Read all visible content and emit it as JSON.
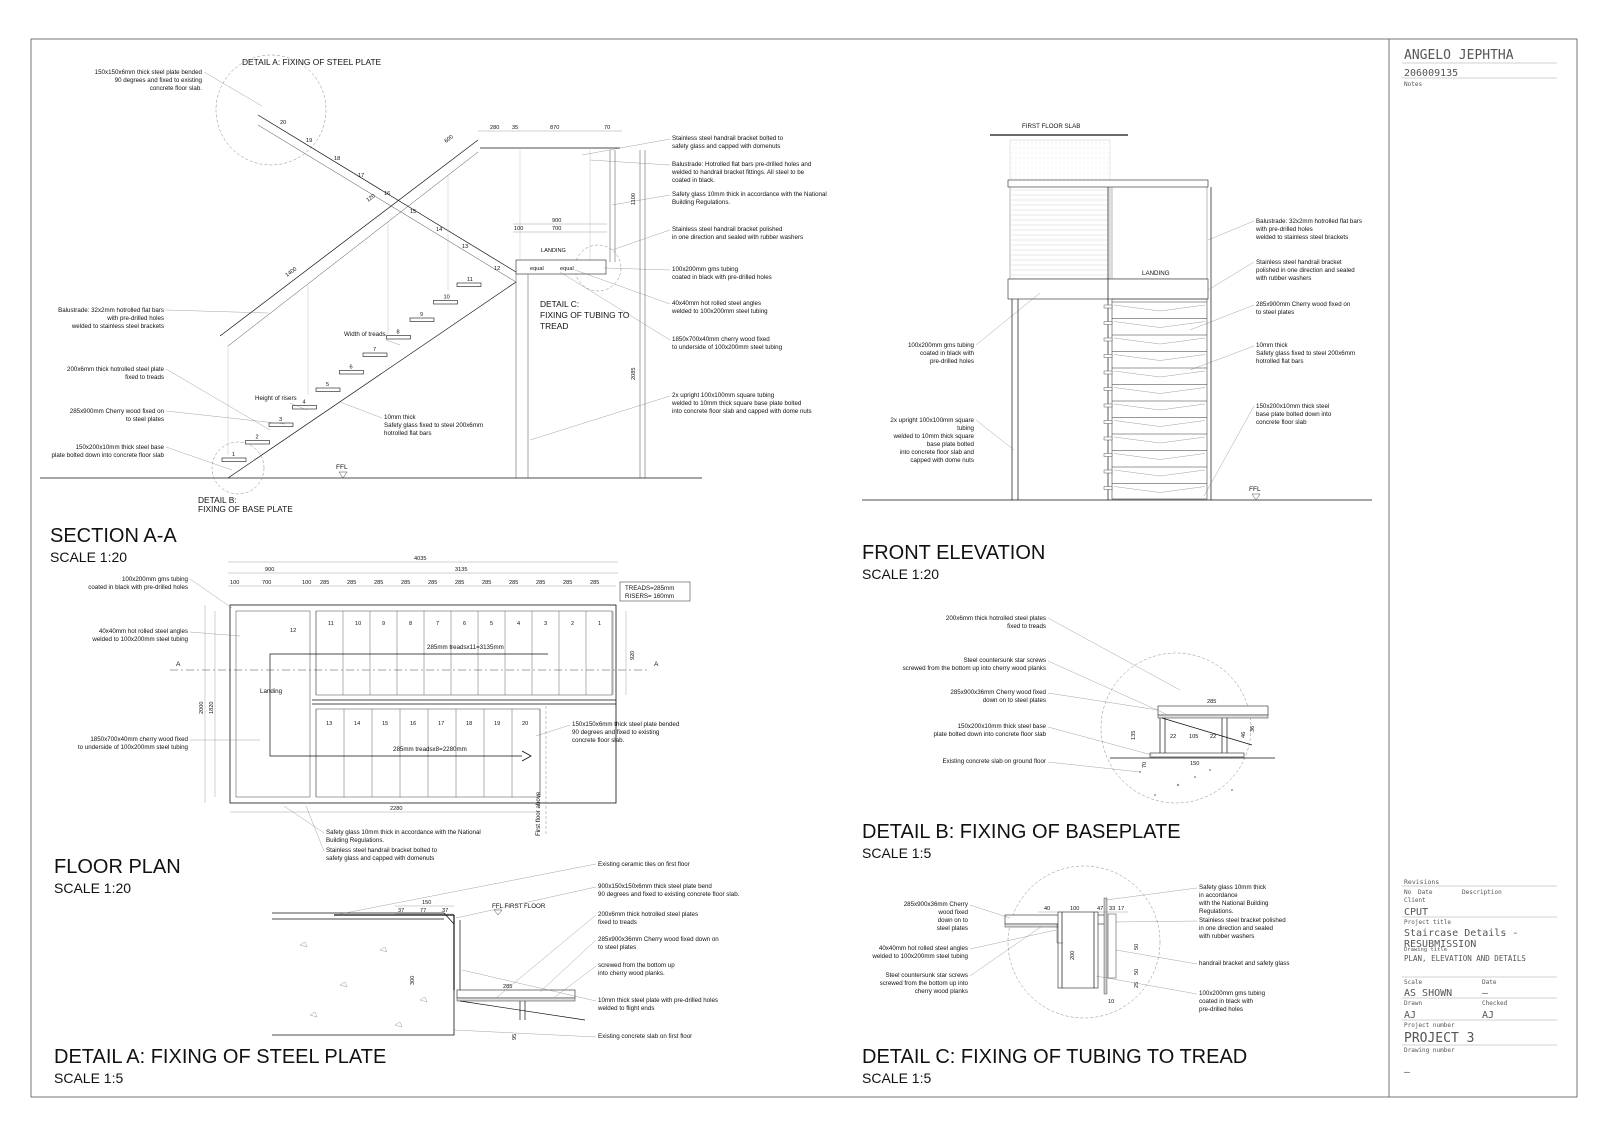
{
  "titleblock": {
    "student_name": "ANGELO JEPHTHA",
    "student_number": "206009135",
    "notes_label": "Notes",
    "revisions_label": "Revisions",
    "rev_no": "No",
    "rev_date": "Date",
    "rev_desc": "Description",
    "client_label": "Client",
    "client_value": "CPUT",
    "project_title_label": "Project title",
    "project_title_value": "Staircase Details -",
    "drawing_title_value": "RESUBMISSION",
    "drawing_title_label": "Drawing title",
    "drawing_title_sub": "PLAN, ELEVATION AND DETAILS",
    "scale_label": "Scale",
    "date_label": "Date",
    "scale_value": "AS SHOWN",
    "date_value": "—",
    "drawn_label": "Drawn",
    "checked_label": "Checked",
    "drawn_value": "AJ",
    "checked_value": "AJ",
    "project_number_label": "Project number",
    "project_number_value": "PROJECT 3",
    "drawing_number_label": "Drawing number",
    "drawing_number_value": "—"
  },
  "views": {
    "section": {
      "title": "SECTION A-A",
      "scale": "SCALE 1:20"
    },
    "front": {
      "title": "FRONT ELEVATION",
      "scale": "SCALE 1:20"
    },
    "plan": {
      "title": "FLOOR PLAN",
      "scale": "SCALE 1:20"
    },
    "detail_b": {
      "title": "DETAIL B: FIXING OF BASEPLATE",
      "scale": "SCALE 1:5"
    },
    "detail_a": {
      "title": "DETAIL A: FIXING OF STEEL PLATE",
      "scale": "SCALE 1:5"
    },
    "detail_c": {
      "title": "DETAIL C: FIXING OF TUBING TO TREAD",
      "scale": "SCALE 1:5"
    }
  },
  "section_notes": {
    "detail_a_tag": "DETAIL A: FIXING OF STEEL PLATE",
    "detail_b_tag1": "DETAIL B:",
    "detail_b_tag2": "FIXING OF BASE PLATE",
    "detail_c_tag1": "DETAIL C:",
    "detail_c_tag2": "FIXING OF TUBING TO",
    "detail_c_tag3": "TREAD",
    "plate_bent_1": "150x150x6mm thick steel plate bended",
    "plate_bent_2": "90 degrees and fixed to existing",
    "plate_bent_3": "concrete floor slab.",
    "balustrade_left_1": "Balustrade: 32x2mm hotrolled flat bars",
    "balustrade_left_2": "with pre-drilled holes",
    "balustrade_left_3": "welded to stainless steel brackets",
    "plate_treads_1": "200x6mm thick hotrolled steel plate",
    "plate_treads_2": "fixed to treads",
    "cherry_1": "285x900mm Cherry wood fixed on",
    "cherry_2": "to steel plates",
    "base_1": "150x200x10mm thick steel base",
    "base_2": "plate bolted down into concrete floor slab",
    "width_treads": "Width of treads",
    "height_risers": "Height of risers",
    "glass10_1": "10mm thick",
    "glass10_2": "Safety glass  fixed to steel 200x6mm",
    "glass10_3": "hotrolled flat bars",
    "ffl": "FFL",
    "landing": "LANDING",
    "equal": "equal",
    "r1_1": "Stainless steel handrail bracket bolted to",
    "r1_2": "safety glass and capped with domenuts",
    "r2_1": "Balustrade: Hotrolled flat bars pre-drilled holes and",
    "r2_2": "welded to handrail bracket fittings. All steel to be",
    "r2_3": "coated in black.",
    "r3_1": "Safety glass 10mm thick in accordance with the National",
    "r3_2": "Building Regulations.",
    "r4_1": "Stainless steel handrail bracket polished",
    "r4_2": "in one direction and sealed with rubber washers",
    "r5_1": "100x200mm gms tubing",
    "r5_2": "coated in black with pre-drilled holes",
    "r6_1": "40x40mm hot rolled steel angles",
    "r6_2": "welded to 100x200mm steel tubing",
    "r7_1": "1850x700x40mm cherry wood fixed",
    "r7_2": "to underside of 100x200mm steel tubing",
    "r8_1": "2x upright 100x100mm square tubing",
    "r8_2": "welded to 10mm thick square base plate bolted",
    "r8_3": "into concrete floor slab and capped with dome nuts",
    "d_280": "280",
    "d_35": "35",
    "d_870": "870",
    "d_70": "70",
    "d_1100": "1100",
    "d_900": "900",
    "d_100": "100",
    "d_700": "700",
    "d_2085": "2085",
    "d_1400": "1400",
    "d_600": "600",
    "d_120": "120"
  },
  "front_notes": {
    "first_floor_slab": "FIRST FLOOR SLAB",
    "landing": "LANDING",
    "ffl": "FFL",
    "tubing_1": "100x200mm gms tubing",
    "tubing_2": "coated in black with",
    "tubing_3": "pre-drilled holes",
    "upright_1": "2x upright 100x100mm square",
    "upright_2": "tubing",
    "upright_3": "welded to 10mm thick square",
    "upright_4": "base plate bolted",
    "upright_5": "into concrete floor slab and",
    "upright_6": "capped with dome nuts",
    "bal_1": "Balustrade: 32x2mm hotrolled flat bars",
    "bal_2": "with pre-drilled holes",
    "bal_3": "welded to stainless steel brackets",
    "brk_1": "Stainless steel handrail bracket",
    "brk_2": "polished in one direction and sealed",
    "brk_3": "with rubber washers",
    "chr_1": "285x900mm Cherry wood fixed on",
    "chr_2": "to steel plates",
    "gls_1": "10mm thick",
    "gls_2": "Safety glass  fixed to steel 200x6mm",
    "gls_3": "hotrolled flat bars",
    "bas_1": "150x200x10mm thick steel",
    "bas_2": "base plate bolted down into",
    "bas_3": "concrete floor slab"
  },
  "plan_notes": {
    "tub_1": "100x200mm gms tubing",
    "tub_2": "coated in black with pre-drilled holes",
    "ang_1": "40x40mm hot rolled steel angles",
    "ang_2": "welded to 100x200mm steel tubing",
    "chw_1": "1850x700x40mm cherry wood fixed",
    "chw_2": "to underside of 100x200mm steel tubing",
    "bnt_1": "150x150x6mm thick steel plate bended",
    "bnt_2": "90 degrees and fixed to existing",
    "bnt_3": "concrete floor slab.",
    "sg_1": "Safety glass 10mm thick in accordance with the National",
    "sg_2": "Building Regulations.",
    "ssb_1": "Stainless steel handrail bracket bolted to",
    "ssb_2": "safety glass and capped with domenuts",
    "treads_box_1": "TREADS=285mm",
    "treads_box_2": "RISERS= 160mm",
    "treads11": "285mm treadsx11=3135mm",
    "treads8": "285mm treadsx8=2280mm",
    "landing": "Landing",
    "first_floor_above": "First floor above",
    "a_left": "A",
    "a_right": "A",
    "d_4035": "4035",
    "d_3135": "3135",
    "d_900": "900",
    "d_700": "700",
    "d_100": "100",
    "d_285": "285",
    "d_2280": "2280",
    "d_2000": "2000",
    "d_1820": "1820",
    "d_920": "920"
  },
  "detail_b_notes": {
    "n1_1": "200x6mm thick hotrolled steel plates",
    "n1_2": "fixed to treads",
    "n2_1": "Steel countersunk star screws",
    "n2_2": "screwed from the bottom up into cherry wood planks",
    "n3_1": "285x900x36mm Cherry wood fixed",
    "n3_2": "down on to steel plates",
    "n4_1": "150x200x10mm thick steel base",
    "n4_2": "plate bolted down into concrete floor slab",
    "n5": "Existing concrete slab on ground floor",
    "d_285": "285",
    "d_22a": "22",
    "d_105": "105",
    "d_22b": "22",
    "d_150": "150",
    "d_135": "135",
    "d_70": "70",
    "d_46": "46",
    "d_36": "36"
  },
  "detail_a_notes": {
    "n1": "Existing ceramic tiles on first floor",
    "n2_1": "900x150x150x6mm thick steel plate bend",
    "n2_2": "90 degrees and fixed to existing concrete floor slab.",
    "n3_1": "200x6mm thick hotrolled steel plates",
    "n3_2": "fixed to treads",
    "n4_1": "285x900x36mm Cherry wood fixed down on",
    "n4_2": "to steel plates",
    "n5_1": "screwed from the bottom up",
    "n5_2": "into cherry wood planks.",
    "n6_1": "10mm thick steel plate with pre-drilled holes",
    "n6_2": "welded to flight ends",
    "n7": "Existing concrete slab on first floor",
    "ffl_first": "FFL FIRST FLOOR",
    "d_150": "150",
    "d_37a": "37",
    "d_77": "77",
    "d_37b": "37",
    "d_285": "285",
    "d_300": "300",
    "d_95": "95"
  },
  "detail_c_notes": {
    "l1_1": "285x900x36mm Cherry",
    "l1_2": "wood fixed",
    "l1_3": "down on to",
    "l1_4": "steel plates",
    "l2_1": "40x40mm hot rolled steel angles",
    "l2_2": "welded to 100x200mm steel tubing",
    "l3_1": "Steel countersunk star screws",
    "l3_2": "screwed from the bottom up into",
    "l3_3": "cherry wood planks",
    "r1_1": "Safety glass 10mm thick",
    "r1_2": "in accordance",
    "r1_3": "with the National Building",
    "r1_4": "Regulations.",
    "r2_1": "Stainless steel bracket polished",
    "r2_2": "in one direction and sealed",
    "r2_3": "with rubber washers",
    "r3": "handrail bracket and safety glass",
    "r4_1": "100x200mm gms tubing",
    "r4_2": "coated in black with",
    "r4_3": "pre-drilled holes",
    "d_40": "40",
    "d_100": "100",
    "d_47": "47",
    "d_33": "33",
    "d_17": "17",
    "d_200": "200",
    "d_10": "10",
    "d_50a": "50",
    "d_50b": "50",
    "d_25": "25"
  }
}
